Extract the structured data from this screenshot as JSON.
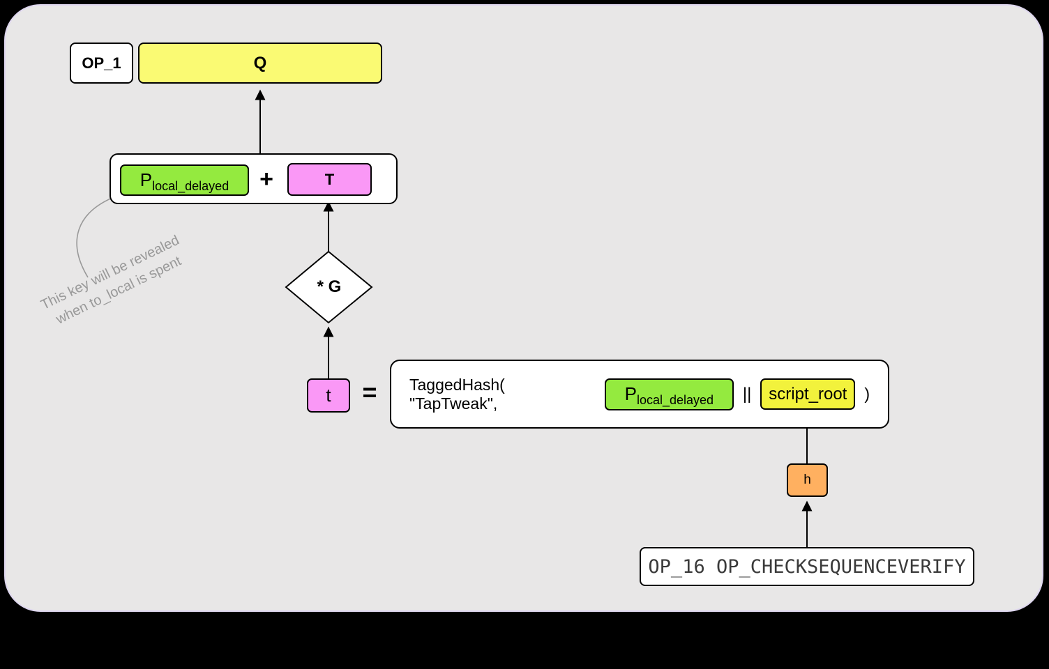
{
  "diagram": {
    "op1_label": "OP_1",
    "q_label": "Q",
    "p_base": "P",
    "p_sub": "local_delayed",
    "plus": "+",
    "t_big_label": "T",
    "diamond_label": "* G",
    "t_small_label": "t",
    "equals": "=",
    "taggedhash_prefix": "TaggedHash( \"TapTweak\",",
    "concat": "||",
    "script_root_label": "script_root",
    "taggedhash_suffix": ")",
    "h_label": "h",
    "script_label": "OP_16 OP_CHECKSEQUENCEVERIFY"
  },
  "annotation": {
    "line1": "This key will be revealed",
    "line2": "when to_local is spent"
  },
  "colors": {
    "outer_bg": "#000000",
    "panel_bg": "#e8e7e7",
    "panel_border": "#ded6ef",
    "yellow_q": "#fafa73",
    "yellow_script_root": "#f2f23c",
    "green_key": "#94ea3f",
    "pink_point": "#fa98f6",
    "orange_hash": "#ffb060",
    "annotation_gray": "#999999",
    "box_border": "#000000",
    "script_text": "#3a3a3a"
  }
}
